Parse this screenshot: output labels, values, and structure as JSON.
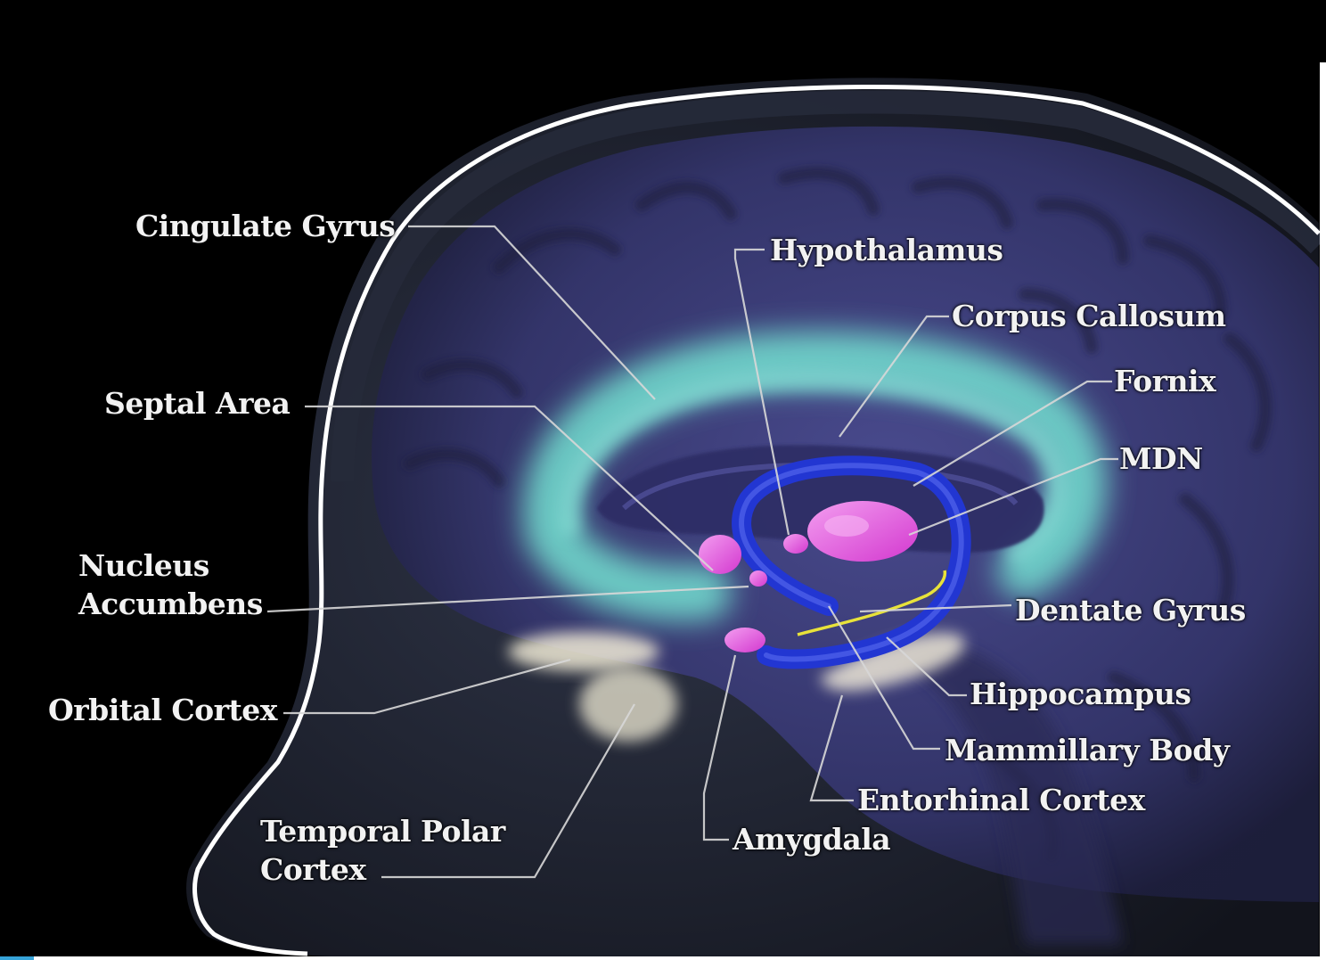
{
  "labels": {
    "cingulate_gyrus": "Cingulate Gyrus",
    "septal_area": "Septal Area",
    "nucleus_accumbens_line1": "Nucleus",
    "nucleus_accumbens_line2": "Accumbens",
    "orbital_cortex": "Orbital Cortex",
    "temporal_polar_line1": "Temporal Polar",
    "temporal_polar_line2": "Cortex",
    "hypothalamus": "Hypothalamus",
    "corpus_callosum": "Corpus Callosum",
    "fornix": "Fornix",
    "mdn": "MDN",
    "dentate_gyrus": "Dentate Gyrus",
    "hippocampus": "Hippocampus",
    "mammillary_body": "Mammillary Body",
    "entorhinal_cortex": "Entorhinal Cortex",
    "amygdala": "Amygdala"
  },
  "colors": {
    "background": "#000000",
    "skull_outline": "#ffffff",
    "cingulate": "#7fe0d0",
    "fornix": "#2a3ad8",
    "structures": "#ee55e6",
    "dentate": "#e8e23a",
    "orbital": "#f0ead6",
    "brain_tissue": "#3a3b78",
    "leader_lines": "#d8d8d8"
  }
}
